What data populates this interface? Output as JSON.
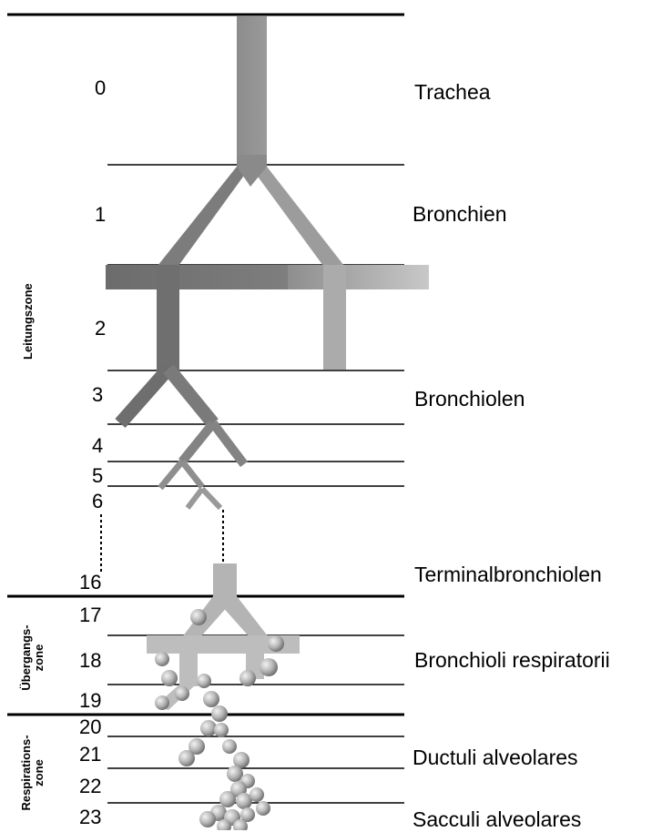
{
  "generations": [
    "0",
    "1",
    "2",
    "3",
    "4",
    "5",
    "6",
    "16",
    "17",
    "18",
    "19",
    "20",
    "21",
    "22",
    "23"
  ],
  "labels": {
    "trachea": "Trachea",
    "bronchien": "Bronchien",
    "bronchiolen": "Bronchiolen",
    "terminal": "Terminalbronchiolen",
    "respiratorii": "Bronchioli respiratorii",
    "ductuli": "Ductuli alveolares",
    "sacculi": "Sacculi alveolares"
  },
  "zones": {
    "leitung": "Leitungszone",
    "uebergang_1": "Übergangs-",
    "uebergang_2": "zone",
    "respiration_1": "Respirations-",
    "respiration_2": "zone"
  },
  "colors": {
    "dark_airway": "#7a7a7a",
    "light_airway": "#a8a8a8",
    "pale_airway": "#bdbdbd",
    "alveolus": "#bdbdbd"
  }
}
